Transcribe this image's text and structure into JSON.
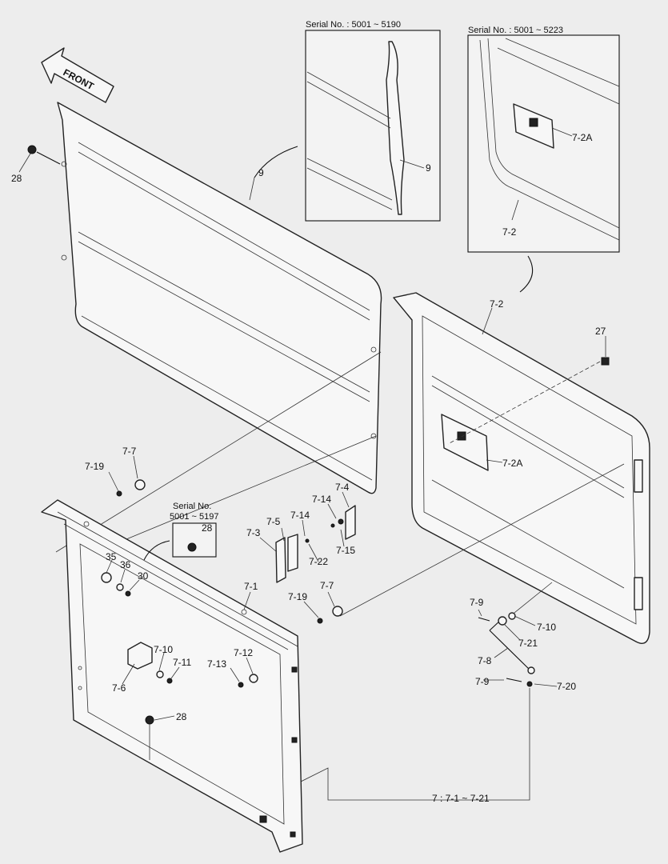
{
  "front_label": "FRONT",
  "insets": {
    "inset_a": {
      "serial": "Serial No. : 5001 ~ 5190",
      "part": "9"
    },
    "inset_b": {
      "serial": "Serial No. : 5001 ~ 5223",
      "parts": [
        "7-2A",
        "7-2"
      ]
    },
    "inset_c": {
      "serial_line1": "Serial No.",
      "serial_line2": "5001 ~ 5197",
      "part": "28"
    }
  },
  "callouts": {
    "c28_top": "28",
    "c9_panel": "9",
    "c7_2_door": "7-2",
    "c27": "27",
    "c7_2A_door": "7-2A",
    "c7_7_a": "7-7",
    "c7_19_a": "7-19",
    "c7_4": "7-4",
    "c7_14_a": "7-14",
    "c7_15": "7-15",
    "c7_14_b": "7-14",
    "c7_5": "7-5",
    "c7_3": "7-3",
    "c7_22": "7-22",
    "c35": "35",
    "c36": "36",
    "c30": "30",
    "c7_1": "7-1",
    "c7_7_b": "7-7",
    "c7_19_b": "7-19",
    "c7_10_a": "7-10",
    "c7_11": "7-11",
    "c7_6": "7-6",
    "c7_12": "7-12",
    "c7_13": "7-13",
    "c28_bottom": "28",
    "c7_9_a": "7-9",
    "c7_10_b": "7-10",
    "c7_21": "7-21",
    "c7_8": "7-8",
    "c7_9_b": "7-9",
    "c7_20": "7-20"
  },
  "legend": "7 : 7-1 ~ 7-21"
}
